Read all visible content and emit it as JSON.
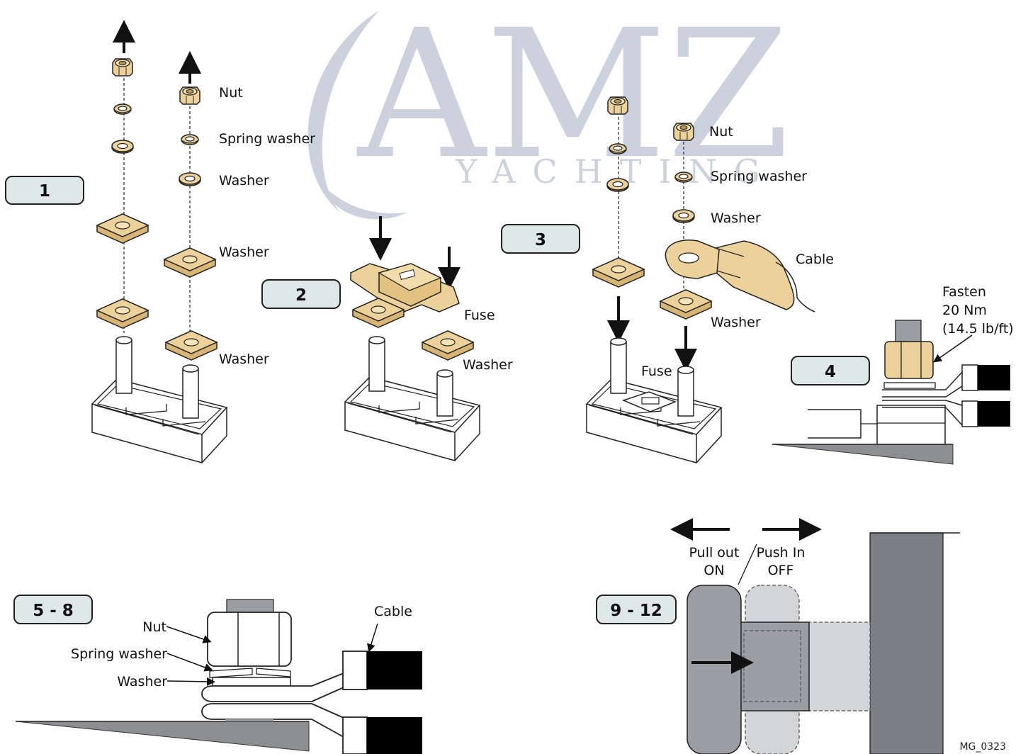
{
  "watermark": {
    "brand": "AMZ",
    "tagline": "YACHTING",
    "color": "#c3cbd9"
  },
  "colors": {
    "brass": "#ecd29a",
    "brass_dark": "#c49a48",
    "step_box": "#dfe8e8",
    "knob": "#9c9ea3",
    "knob_ghost": "#d4d5d7",
    "wall": "#7d7f84"
  },
  "steps": {
    "s1": "1",
    "s2": "2",
    "s3": "3",
    "s4": "4",
    "s5": "5 - 8",
    "s6": "9 - 12"
  },
  "labels": {
    "p1_nut": "Nut",
    "p1_spring_washer": "Spring washer",
    "p1_washer_a": "Washer",
    "p1_washer_b": "Washer",
    "p1_washer_c": "Washer",
    "p2_fuse": "Fuse",
    "p2_washer": "Washer",
    "p3_nut": "Nut",
    "p3_spring_washer": "Spring washer",
    "p3_washer_a": "Washer",
    "p3_cable": "Cable",
    "p3_washer_b": "Washer",
    "p3_fuse": "Fuse",
    "p4_fasten_1": "Fasten",
    "p4_fasten_2": "20 Nm",
    "p4_fasten_3": "(14.5 lb/ft)",
    "p5_cable": "Cable",
    "p5_nut": "Nut",
    "p5_spring_washer": "Spring washer",
    "p5_washer": "Washer",
    "p6_pull_1": "Pull out",
    "p6_pull_2": "ON",
    "p6_push_1": "Push In",
    "p6_push_2": "OFF"
  },
  "figure_code": "MG_0323"
}
